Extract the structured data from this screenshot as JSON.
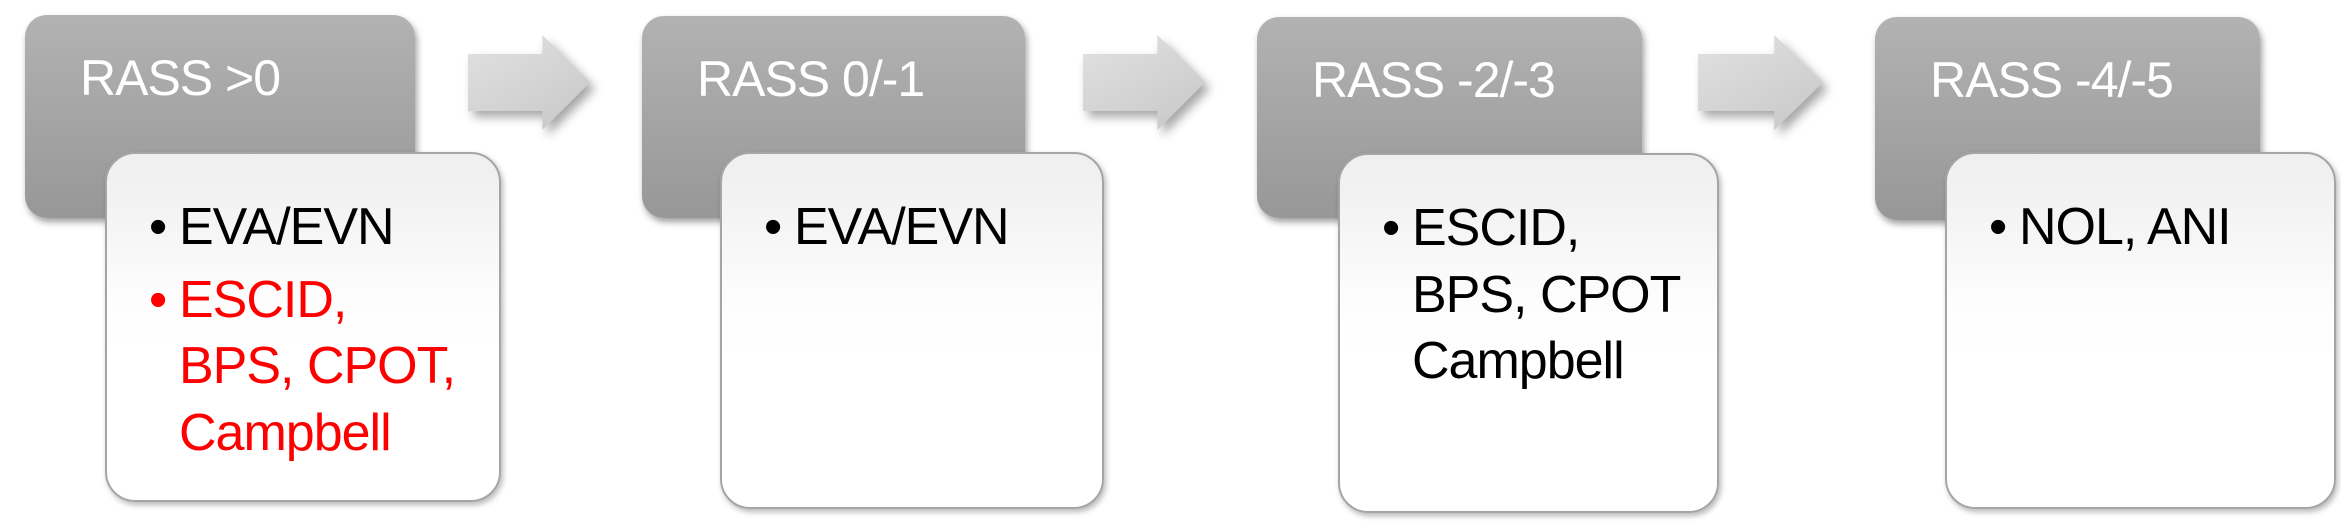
{
  "diagram": {
    "bullet_char": "•",
    "stages": [
      {
        "title": "RASS >0",
        "items": [
          {
            "color": "black",
            "lines": [
              "EVA/EVN"
            ]
          },
          {
            "color": "red",
            "lines": [
              "ESCID,",
              "BPS, CPOT,",
              "Campbell"
            ]
          }
        ]
      },
      {
        "title": "RASS 0/-1",
        "items": [
          {
            "color": "black",
            "lines": [
              "EVA/EVN"
            ]
          }
        ]
      },
      {
        "title": "RASS -2/-3",
        "items": [
          {
            "color": "black",
            "lines": [
              "ESCID,",
              "BPS, CPOT",
              "Campbell"
            ]
          }
        ]
      },
      {
        "title": "RASS -4/-5",
        "items": [
          {
            "color": "black",
            "lines": [
              "NOL, ANI"
            ]
          }
        ]
      }
    ],
    "arrows": [
      {
        "icon": "arrow-right"
      },
      {
        "icon": "arrow-right"
      },
      {
        "icon": "arrow-right"
      }
    ],
    "colors": {
      "header_gray_top": "#b3b2b2",
      "header_gray_bottom": "#989797",
      "header_text": "#ffffff",
      "card_background": "#ffffff",
      "card_top_tint": "#efefef",
      "card_border": "#a5a5a5",
      "arrow_fill": "#d3d3d3",
      "item_text_black": "#000000",
      "item_text_red": "#fe0000"
    }
  }
}
